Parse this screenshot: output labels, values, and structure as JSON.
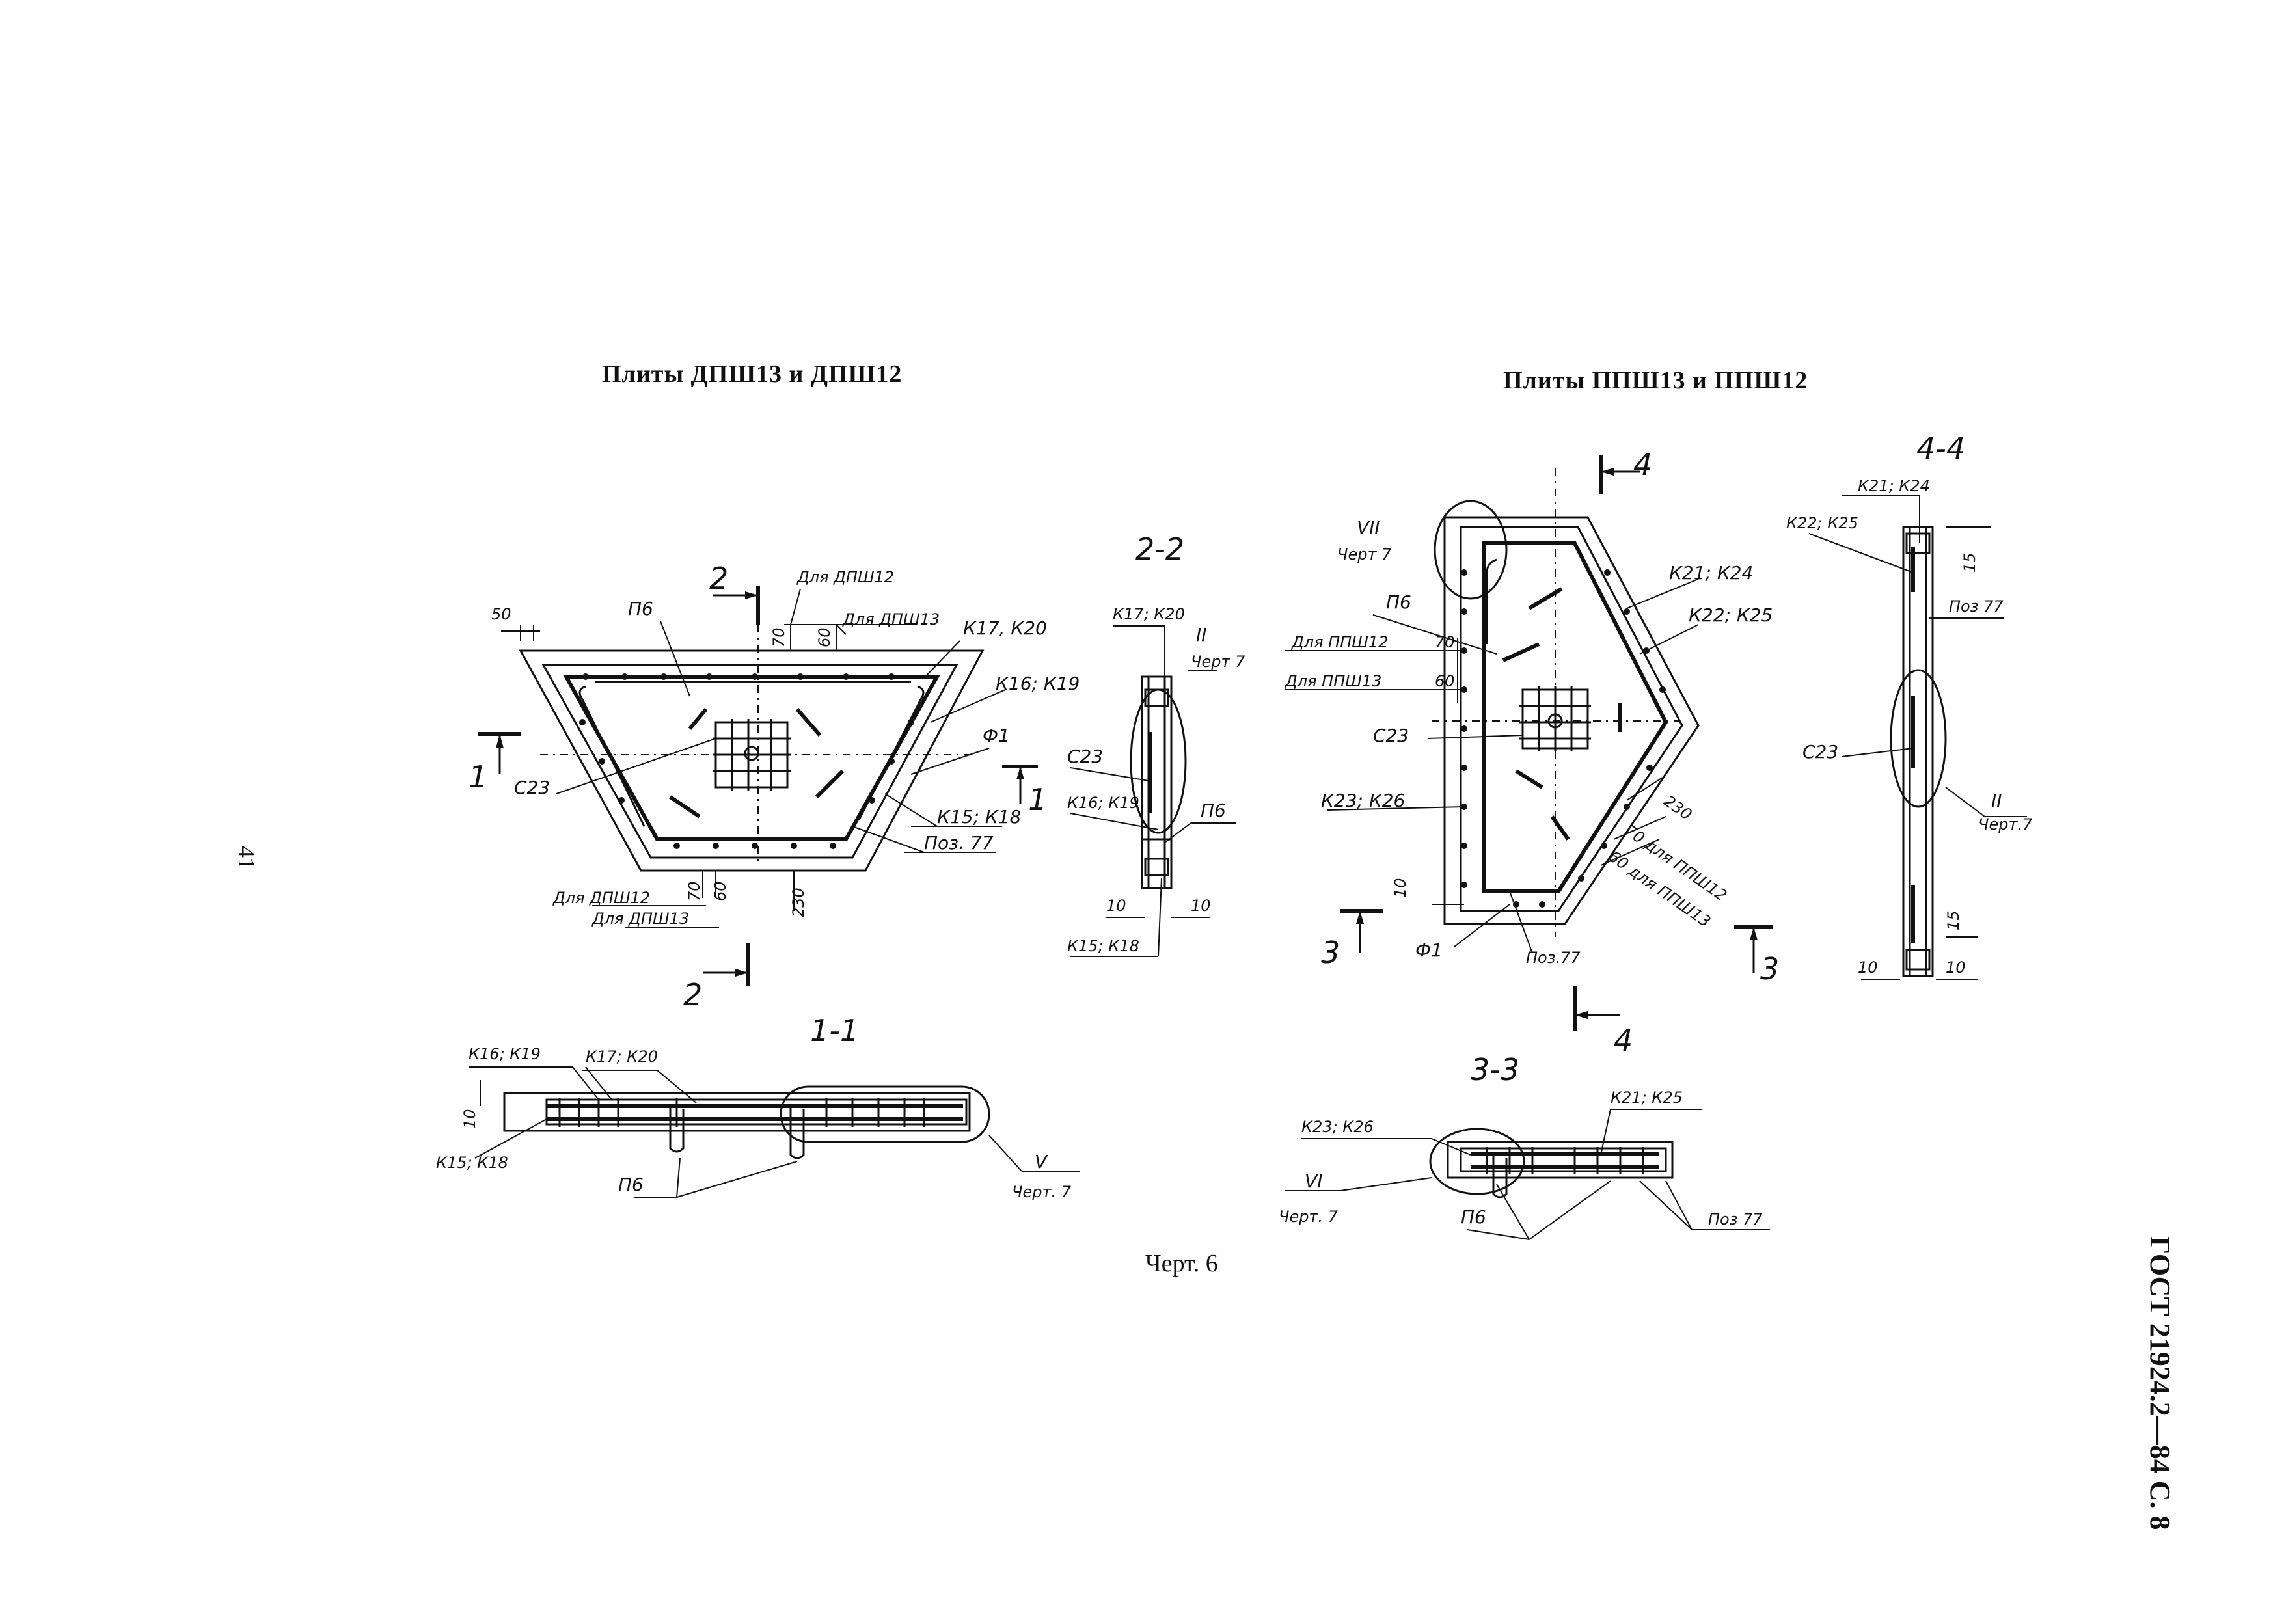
{
  "page": {
    "page_number": "41",
    "standard_code": "ГОСТ 21924.2—84 С. 8",
    "caption": "Черт. 6"
  },
  "left_block": {
    "title": "Плиты ДПШ13 и ДПШ12",
    "plan_labels": {
      "dim_50": "50",
      "p6": "П6",
      "sec2_top": "2",
      "sec2_bottom": "2",
      "for_dpsh12_top": "Для ДПШ12",
      "for_dpsh13_top": "Для ДПШ13",
      "dim_70_top": "70",
      "dim_60_top": "60",
      "k17_k20": "К17, К20",
      "k16_k19": "К16; К19",
      "f1": "Ф1",
      "sec1_left": "1",
      "sec1_right": "1",
      "c23": "С23",
      "k15_k18": "К15; К18",
      "poz77": "Поз. 77",
      "for_dpsh12_bottom": "Для ДПШ12",
      "for_dpsh13_bottom": "Для ДПШ13",
      "dim_70_bottom": "70",
      "dim_60_bottom": "60",
      "dim_230": "230"
    },
    "section_2_2": {
      "title": "2-2",
      "k17_k20": "К17; К20",
      "node_ref": "II",
      "node_sheet": "Черт 7",
      "c23": "С23",
      "k16_k19": "К16; К19",
      "p6": "П6",
      "dim_10_left": "10",
      "dim_10_right": "10",
      "k15_k18": "К15; К18"
    },
    "section_1_1": {
      "title": "1-1",
      "k16_k19": "К16; К19",
      "k17_k20": "К17; К20",
      "dim_10": "10",
      "k15_k18": "К15; К18",
      "p6": "П6",
      "node_ref": "V",
      "node_sheet": "Черт. 7"
    }
  },
  "right_block": {
    "title": "Плиты ППШ13 и ППШ12",
    "plan_labels": {
      "sec4_top": "4",
      "sec4_bottom": "4",
      "node_ref": "VII",
      "node_sheet": "Черт 7",
      "p6": "П6",
      "for_ppsh12": "Для ППШ12",
      "for_ppsh13": "Для ППШ13",
      "dim_70": "70",
      "dim_60": "60",
      "c23": "С23",
      "k23_k26": "К23; К26",
      "dim_10": "10",
      "sec3_left": "3",
      "sec3_right": "3",
      "f1": "Ф1",
      "poz77": "Поз.77",
      "k21_k24": "К21; К24",
      "k22_k25": "К22; К25",
      "dim_230": "230",
      "for_ppsh12_70": "70 для ППШ12",
      "for_ppsh13_60": "60 для ППШ13"
    },
    "section_4_4": {
      "title": "4-4",
      "k21_k24": "К21; К24",
      "k22_k25": "К22; К25",
      "dim_15_top": "15",
      "poz77": "Поз 77",
      "c23": "С23",
      "node_ref": "II",
      "node_sheet": "Черт.7",
      "dim_15_bottom": "15",
      "dim_10_left": "10",
      "dim_10_right": "10"
    },
    "section_3_3": {
      "title": "3-3",
      "k23_k26": "К23; К26",
      "k21_k25": "К21; К25",
      "node_ref": "VI",
      "node_sheet": "Черт. 7",
      "p6": "П6",
      "poz77": "Поз 77"
    }
  }
}
